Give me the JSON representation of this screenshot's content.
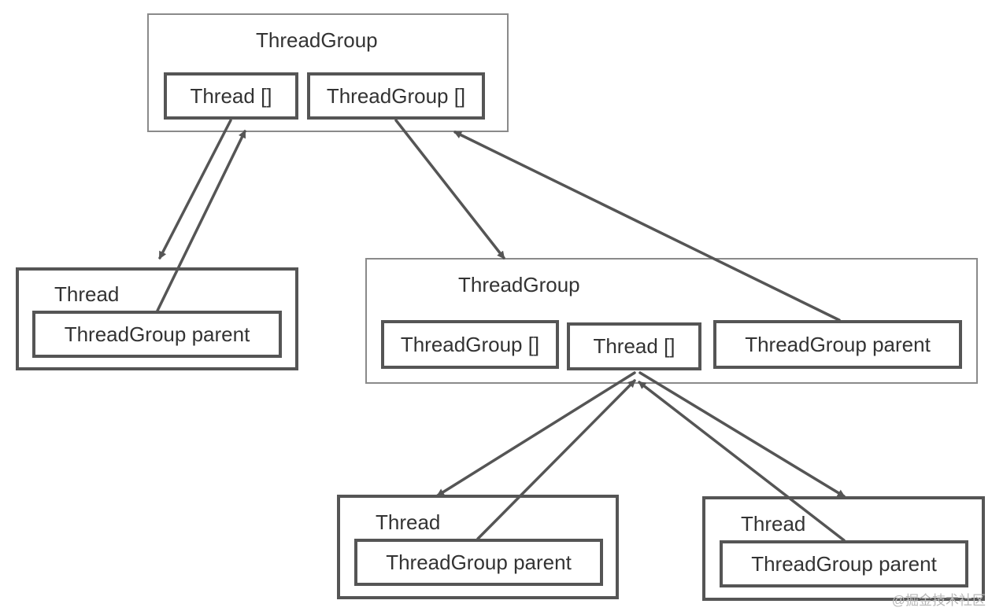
{
  "top_group": {
    "title": "ThreadGroup",
    "threads_field": "Thread []",
    "groups_field": "ThreadGroup []"
  },
  "left_thread": {
    "title": "Thread",
    "parent_field": "ThreadGroup parent"
  },
  "child_group": {
    "title": "ThreadGroup",
    "groups_field": "ThreadGroup []",
    "threads_field": "Thread []",
    "parent_field": "ThreadGroup parent"
  },
  "bottom_thread_1": {
    "title": "Thread",
    "parent_field": "ThreadGroup parent"
  },
  "bottom_thread_2": {
    "title": "Thread",
    "parent_field": "ThreadGroup parent"
  },
  "watermark": "@掘金技术社区",
  "colors": {
    "stroke": "#555555",
    "outer_border": "#8a8a8a",
    "text": "#333333"
  }
}
